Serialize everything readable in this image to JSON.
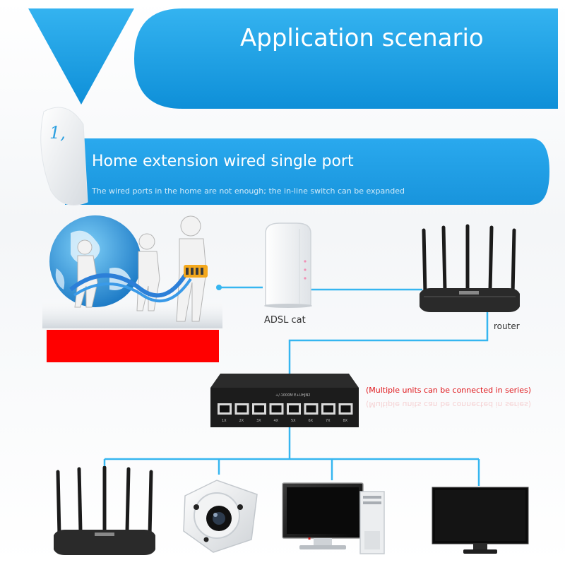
{
  "header": {
    "title": "Application scenario"
  },
  "section": {
    "number": "1,",
    "title": "Home extension wired single port",
    "subtitle": "The wired ports in the home are not enough; the in-line switch can be expanded"
  },
  "labels": {
    "modem": "ADSL cat",
    "router": "router",
    "switch_note": "(Multiple units can be connected in series)"
  },
  "switch": {
    "top_text": "+/-1000M  E+UHJN2",
    "ports": [
      "1X",
      "2X",
      "3X",
      "4X",
      "5X",
      "6X",
      "7X",
      "8X"
    ]
  },
  "colors": {
    "banner_blue": "#1aa0e6",
    "line_blue": "#36b6f0",
    "red_bar": "#ff0000",
    "note_red": "#e0161b"
  },
  "icons": [
    "network-people-globe-icon",
    "adsl-modem-icon",
    "router-icon",
    "switch-icon",
    "fisheye-camera-icon",
    "desktop-computer-icon",
    "monitor-icon"
  ]
}
